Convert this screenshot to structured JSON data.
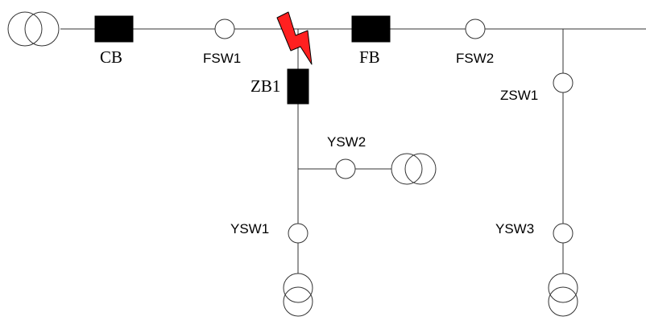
{
  "labels": {
    "cb": "CB",
    "fsw1": "FSW1",
    "fb": "FB",
    "fsw2": "FSW2",
    "zb1": "ZB1",
    "zsw1": "ZSW1",
    "ysw2": "YSW2",
    "ysw1": "YSW1",
    "ysw3": "YSW3"
  },
  "colors": {
    "line": "#333333",
    "breaker": "#000000",
    "fault": "#ff2020"
  },
  "icons": {
    "source": "transformer-icon",
    "switch": "switch-circle-icon",
    "breaker": "breaker-icon",
    "fault": "fault-lightning-icon"
  }
}
